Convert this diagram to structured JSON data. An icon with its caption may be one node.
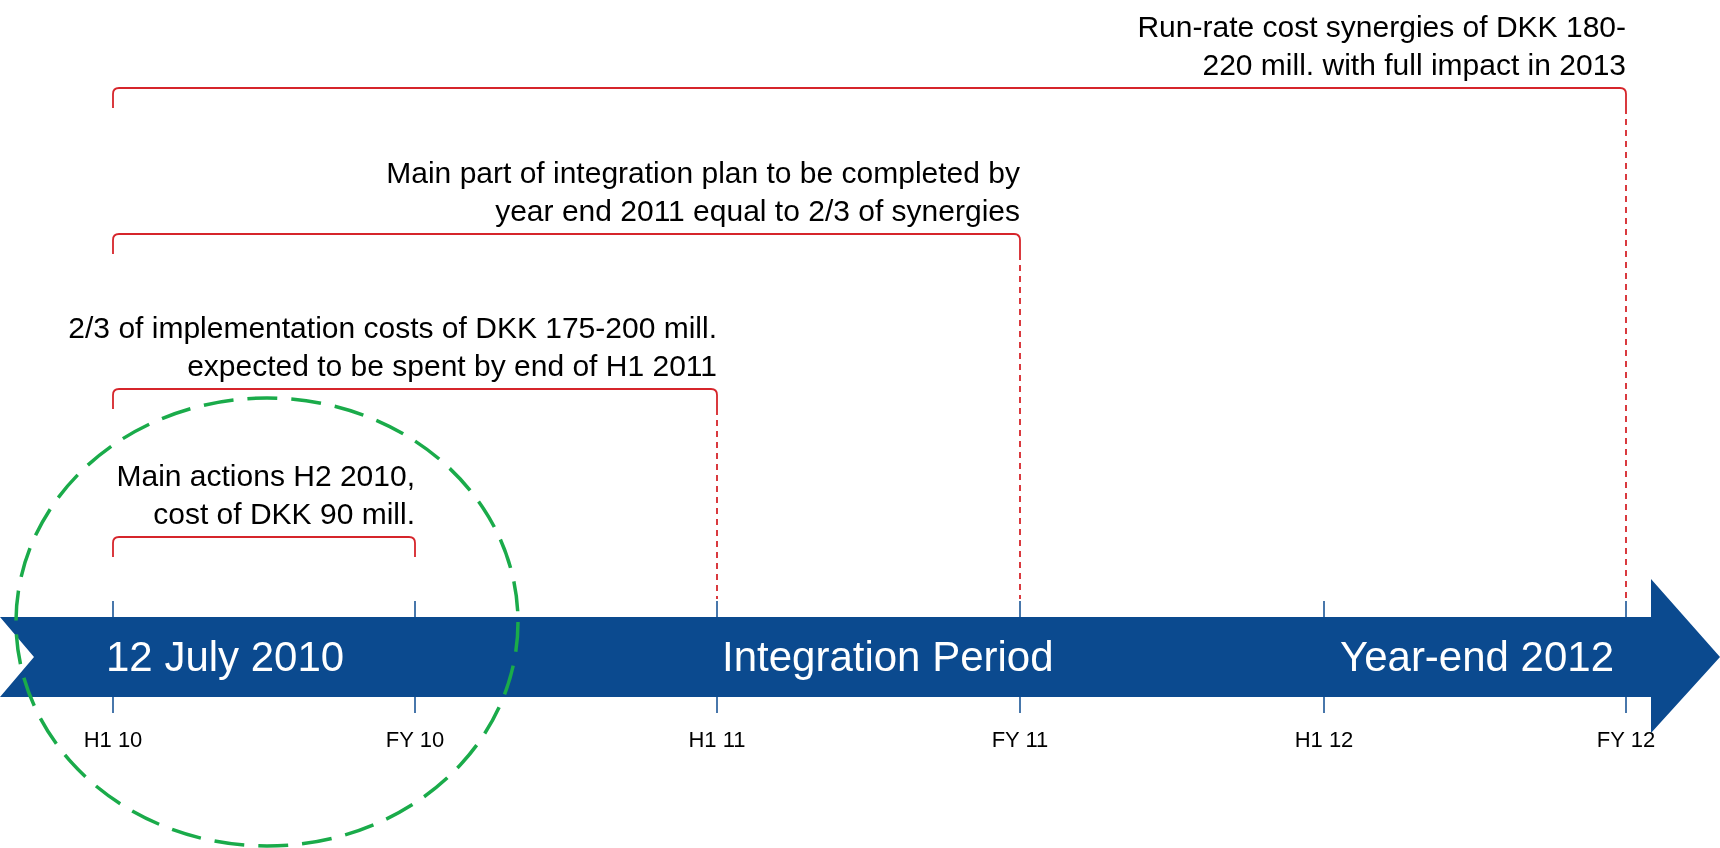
{
  "diagram": {
    "labels": [
      "Run-rate cost synergies of DKK 180-220 mill. with full impact in 2013",
      "Main part of integration plan to be completed by year end 2011 equal to 2/3 of synergies",
      "2/3 of implementation costs of DKK 175-200 mill. expected to be spent by end of H1 2011",
      "Main actions H2 2010, cost of DKK 90 mill.",
      "12 July 2010",
      "Integration Period",
      "Year-end 2012",
      "H1 10",
      "FY 10",
      "H1 11",
      "FY 11",
      "H1 12",
      "FY 12"
    ]
  }
}
